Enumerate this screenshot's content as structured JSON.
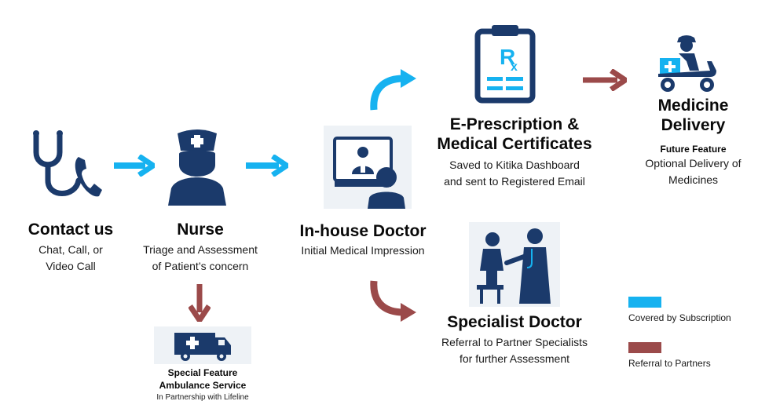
{
  "colors": {
    "icon_navy": "#1b3a6b",
    "subscription_blue": "#16b2f0",
    "partner_red": "#9b4a4a",
    "icon_bg": "#eef2f6"
  },
  "nodes": {
    "contact": {
      "title": "Contact us",
      "line1": "Chat, Call, or",
      "line2": "Video Call",
      "icon": "stethoscope-phone-icon"
    },
    "nurse": {
      "title": "Nurse",
      "line1": "Triage and Assessment",
      "line2": "of Patient’s concern",
      "icon": "nurse-icon"
    },
    "doctor": {
      "title": "In-house Doctor",
      "line1": "Initial Medical Impression",
      "icon": "video-consult-icon"
    },
    "eprescription": {
      "title1": "E-Prescription &",
      "title2": "Medical Certificates",
      "line1": "Saved to Kitika Dashboard",
      "line2": "and sent to Registered Email",
      "icon": "prescription-clipboard-icon"
    },
    "delivery": {
      "title1": "Medicine",
      "title2": "Delivery",
      "tag": "Future Feature",
      "line1": "Optional Delivery of",
      "line2": "Medicines",
      "icon": "delivery-scooter-icon"
    },
    "specialist": {
      "title": "Specialist Doctor",
      "line1": "Referral to Partner Specialists",
      "line2": "for further Assessment",
      "icon": "specialist-exam-icon"
    },
    "ambulance": {
      "tag": "Special Feature",
      "title": "Ambulance Service",
      "line1": "In Partnership with Lifeline",
      "icon": "ambulance-icon"
    }
  },
  "legend": [
    {
      "label": "Covered by Subscription",
      "color": "#16b2f0"
    },
    {
      "label": "Referral to Partners",
      "color": "#9b4a4a"
    }
  ]
}
